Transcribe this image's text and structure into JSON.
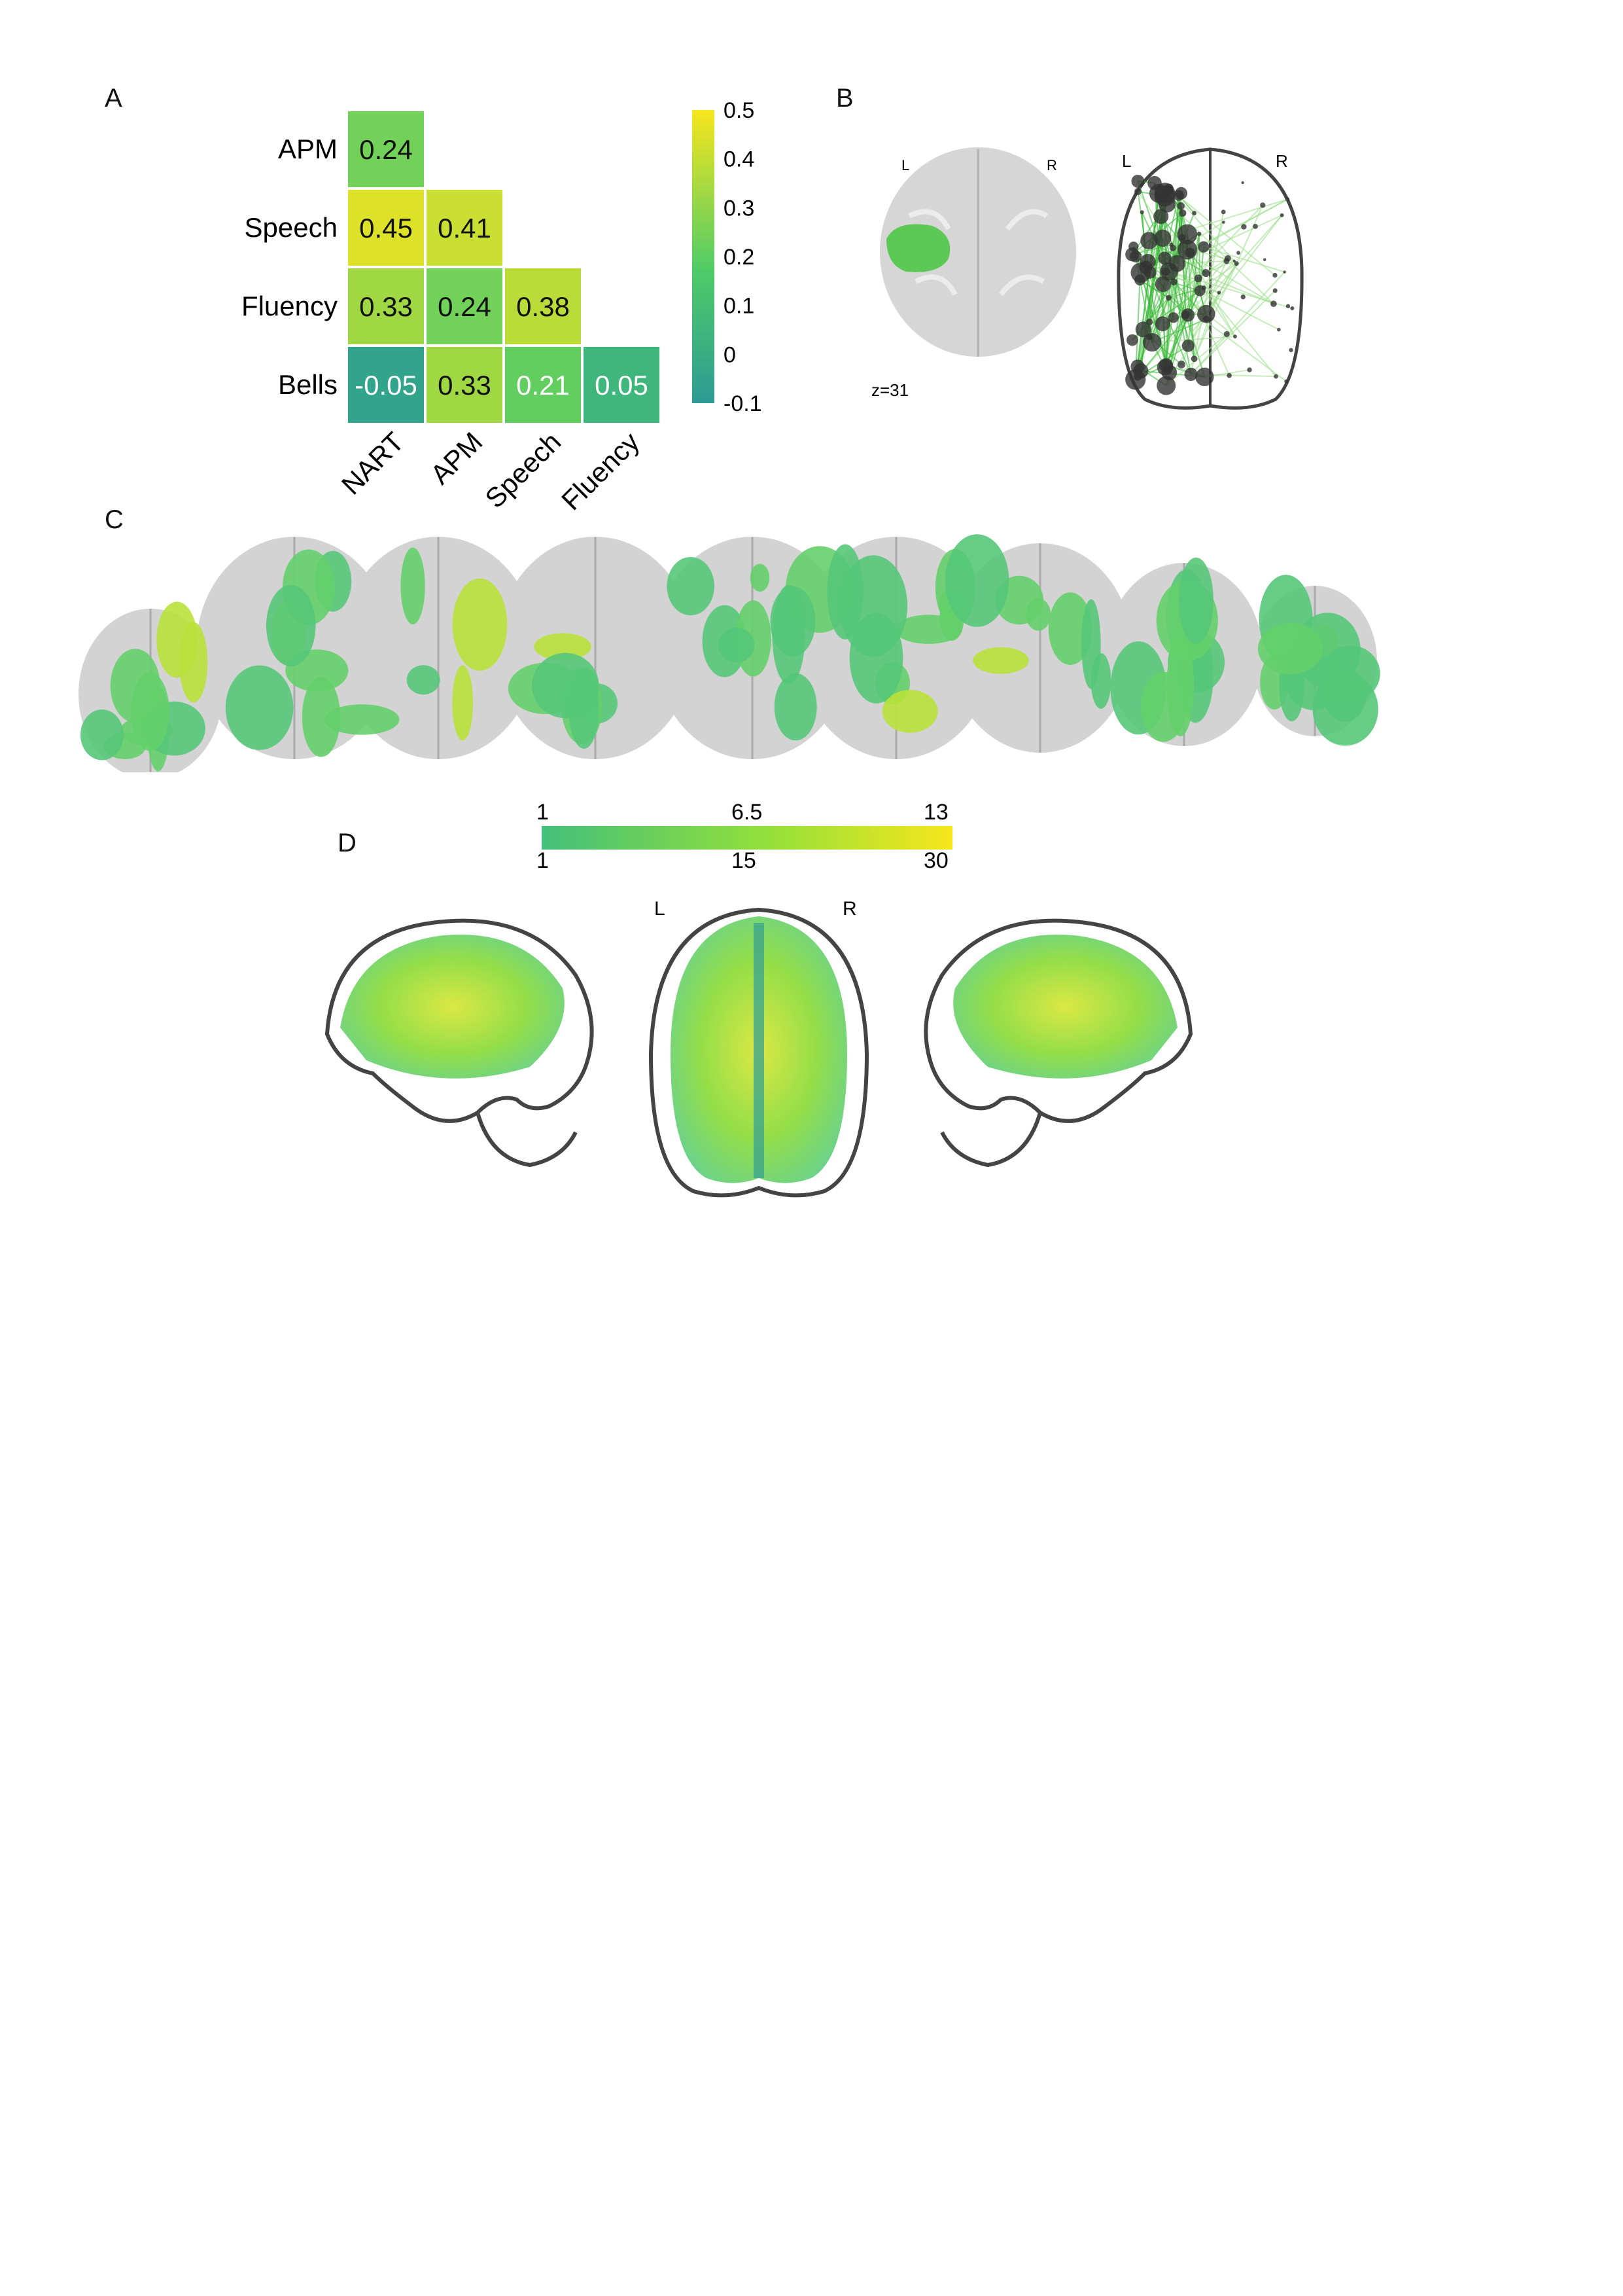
{
  "panels": {
    "a": "A",
    "b": "B",
    "c": "C",
    "d": "D"
  },
  "colors": {
    "low": "#2c9b93",
    "mid": "#4ecb68",
    "high": "#f7e61c",
    "brain_fill": "#d9d9d9",
    "outline": "#444444"
  },
  "chart_data": {
    "type": "heatmap",
    "title": "",
    "row_labels": [
      "APM",
      "Speech",
      "Fluency",
      "Bells"
    ],
    "col_labels": [
      "NART",
      "APM",
      "Speech",
      "Fluency"
    ],
    "cells": [
      [
        0.24,
        null,
        null,
        null
      ],
      [
        0.45,
        0.41,
        null,
        null
      ],
      [
        0.33,
        0.24,
        0.38,
        null
      ],
      [
        -0.05,
        0.33,
        0.21,
        0.05
      ]
    ],
    "cell_text": [
      [
        "0.24",
        "",
        "",
        ""
      ],
      [
        "0.45",
        "0.41",
        "",
        ""
      ],
      [
        "0.33",
        "0.24",
        "0.38",
        ""
      ],
      [
        "-0.05",
        "0.33",
        "0.21",
        "0.05"
      ]
    ],
    "colorbar": {
      "range": [
        -0.1,
        0.5
      ],
      "ticks": [
        "0.5",
        "0.4",
        "0.3",
        "0.2",
        "0.1",
        "0",
        "-0.1"
      ],
      "tick_values": [
        0.5,
        0.4,
        0.3,
        0.2,
        0.1,
        0,
        -0.1
      ]
    }
  },
  "panel_b": {
    "slice_left": "L",
    "slice_right": "R",
    "slice_coord": "z=31",
    "glass_left": "L",
    "glass_right": "R"
  },
  "panel_d": {
    "scale_top": [
      "1",
      "6.5",
      "13"
    ],
    "scale_bottom": [
      "1",
      "15",
      "30"
    ],
    "axial_left": "L",
    "axial_right": "R"
  }
}
